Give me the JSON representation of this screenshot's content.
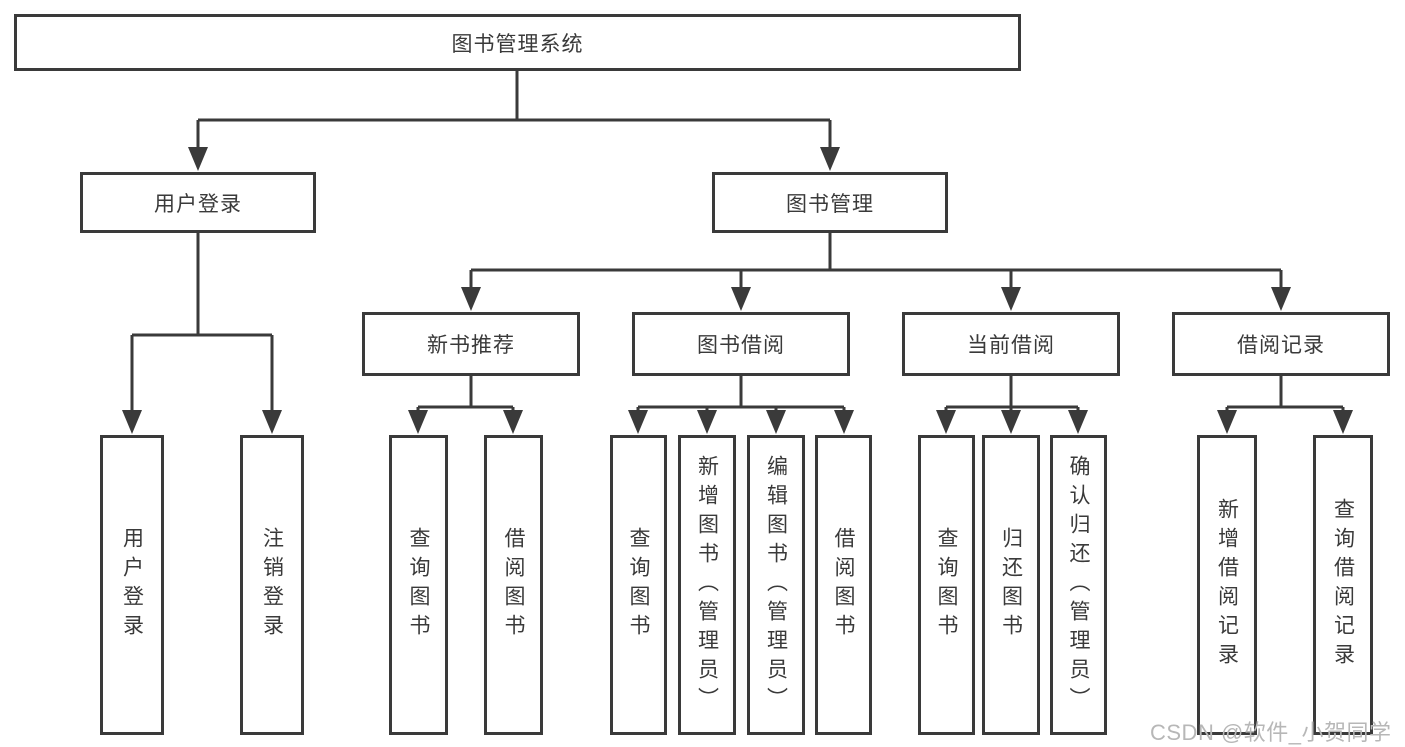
{
  "tree": {
    "root": "图书管理系统",
    "children": [
      {
        "label": "用户登录",
        "children": [
          "用户登录",
          "注销登录"
        ]
      },
      {
        "label": "图书管理",
        "children": [
          {
            "label": "新书推荐",
            "children": [
              "查询图书",
              "借阅图书"
            ]
          },
          {
            "label": "图书借阅",
            "children": [
              "查询图书",
              "新增图书（管理员）",
              "编辑图书（管理员）",
              "借阅图书"
            ]
          },
          {
            "label": "当前借阅",
            "children": [
              "查询图书",
              "归还图书",
              "确认归还（管理员）"
            ]
          },
          {
            "label": "借阅记录",
            "children": [
              "新增借阅记录",
              "查询借阅记录"
            ]
          }
        ]
      }
    ]
  },
  "watermark": "CSDN @软件_小贺同学",
  "colors": {
    "line": "#3a3a3a",
    "text": "#3a3a3a",
    "box_background": "#ffffff",
    "watermark": "#b7b7b7",
    "background": "#ffffff"
  }
}
